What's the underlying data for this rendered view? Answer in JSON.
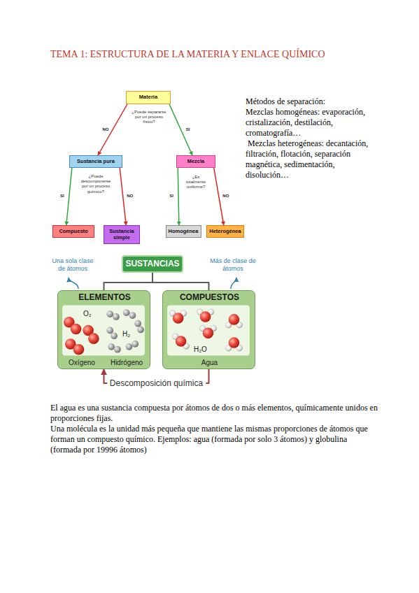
{
  "diagram": {
    "title": "TEMA 1: ESTRUCTURA DE LA MATERIA Y ENLACE QUÍMICO",
    "nodes": [
      {
        "text": [
          "Materia"
        ]
      },
      {
        "text": [
          "Sustancia pura"
        ]
      },
      {
        "text": [
          "Mezcla"
        ]
      },
      {
        "text": [
          "Compuesto"
        ]
      },
      {
        "text": [
          "Sustancia simple"
        ]
      },
      {
        "text": [
          "Homogénea"
        ]
      },
      {
        "text": [
          "Heterogénea"
        ]
      },
      {
        "text": [
          "SUSTANCIAS"
        ]
      },
      {
        "text": [
          "ELEMENTOS",
          "O₂",
          "H₂",
          "Oxígeno",
          "Hidrógeno"
        ]
      },
      {
        "text": [
          "COMPUESTOS",
          "H₂O",
          "Agua"
        ]
      }
    ],
    "edges": [
      {
        "from": 0,
        "to": 1,
        "arrow": "to",
        "label": "NO"
      },
      {
        "from": 0,
        "to": 2,
        "arrow": "to",
        "label": "SI"
      },
      {
        "from": 1,
        "to": 3,
        "arrow": "to",
        "label": "SI"
      },
      {
        "from": 1,
        "to": 4,
        "arrow": "to",
        "label": "NO"
      },
      {
        "from": 2,
        "to": 5,
        "arrow": "to",
        "label": "SI"
      },
      {
        "from": 2,
        "to": 6,
        "arrow": "to",
        "label": "NO"
      },
      {
        "from": 7,
        "to": 8,
        "arrow": "none"
      },
      {
        "from": 7,
        "to": 9,
        "arrow": "none"
      },
      {
        "from": 9,
        "to": 8,
        "arrow": "to",
        "label": "Descomposición química"
      }
    ],
    "labels": [
      "¿Puede separarse por un proceso físico?",
      "¿Puede descomponerse por un proceso químico?",
      "¿Es totalmente uniforme?",
      "Métodos de separación:",
      "Mezclas homogéneas: evaporación, cristalización, destilación, cromatografía…",
      "Mezclas heterogéneas: decantación, filtración, flotación, separación magnética, sedimentación, disolución…",
      "Una sola clase de átomos",
      "Más de clase de átomos",
      "El agua es una sustancia compuesta por átomos de dos o más elementos, químicamente unidos en proporciones fijas.",
      "Una molécula es la unidad más pequeña que mantiene las mismas proporciones de átomos que forman un compuesto químico. Ejemplos: agua (formada por solo 3 átomos) y globulina (formada por 19996 átomos)"
    ]
  }
}
